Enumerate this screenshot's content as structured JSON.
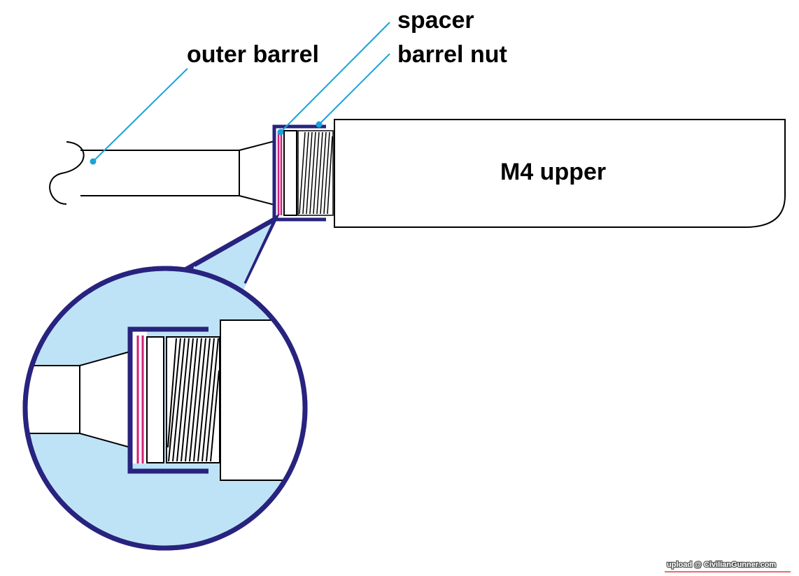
{
  "diagram": {
    "title": "AR-15 barrel assembly diagram",
    "labels": {
      "outer_barrel": "outer barrel",
      "spacer": "spacer",
      "barrel_nut": "barrel nut",
      "upper": "M4 upper"
    },
    "watermark": "upload @ CivilianGunner.com",
    "colors": {
      "outline": "#000000",
      "callout_line": "#1aa3d9",
      "assembly_outline": "#27237e",
      "spacer": "#d41f78",
      "zoom_fill": "#bfe3f6",
      "watermark_line": "#e23a3a"
    }
  }
}
